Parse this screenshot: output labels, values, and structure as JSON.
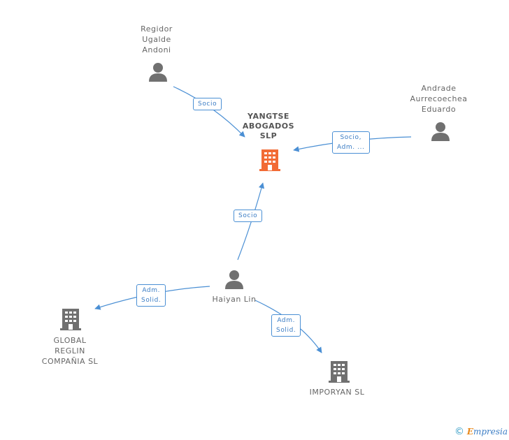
{
  "nodes": {
    "main": {
      "label": "YANGTSE\nABOGADOS\nSLP",
      "icon": "building-icon",
      "color": "#f26b35"
    },
    "regidor": {
      "label": "Regidor\nUgalde\nAndoni",
      "icon": "person-icon"
    },
    "andrade": {
      "label": "Andrade\nAurrecoechea\nEduardo",
      "icon": "person-icon"
    },
    "haiyan": {
      "label": "Haiyan Lin",
      "icon": "person-icon"
    },
    "global": {
      "label": "GLOBAL\nREGLIN\nCOMPAÑIA SL",
      "icon": "building-icon"
    },
    "imporyan": {
      "label": "IMPORYAN SL",
      "icon": "building-icon"
    }
  },
  "edges": {
    "regidor_main": "Socio",
    "andrade_main": "Socio,\nAdm. ...",
    "haiyan_main": "Socio",
    "haiyan_global": "Adm.\nSolid.",
    "haiyan_imporyan": "Adm.\nSolid."
  },
  "footer": {
    "copyright": "©",
    "brand_first": "E",
    "brand_rest": "mpresia"
  },
  "colors": {
    "edge": "#4a8fd4",
    "icon_gray": "#707070",
    "main_building": "#f26b35"
  }
}
